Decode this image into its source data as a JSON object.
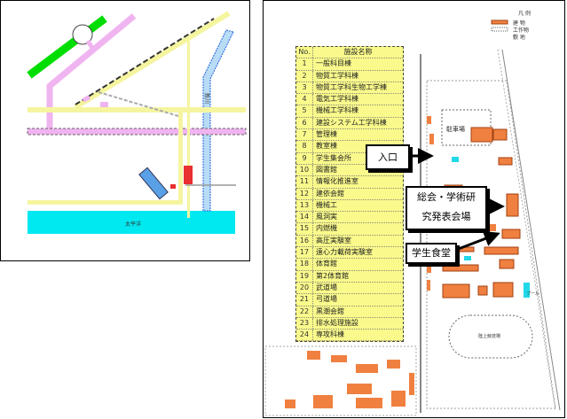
{
  "left_map": {
    "sea_label": "太平洋",
    "river_label": "新川",
    "colors": {
      "green_road": "#00dd00",
      "pink_road": "#f0b4f0",
      "yellow_road": "#f5f5a0",
      "river": "#b8dcf5",
      "sea": "#00e8f0",
      "building_blue": "#5aa0e6",
      "building_red": "#e83030"
    }
  },
  "facility_table": {
    "header": {
      "no": "No.",
      "name": "施設名称"
    },
    "rows": [
      {
        "no": "1",
        "name": "一般科目棟"
      },
      {
        "no": "2",
        "name": "物質工学科棟"
      },
      {
        "no": "3",
        "name": "物質工学科生物工学棟"
      },
      {
        "no": "4",
        "name": "電気工学科棟"
      },
      {
        "no": "5",
        "name": "機械工学科棟"
      },
      {
        "no": "6",
        "name": "建設システム工学科棟"
      },
      {
        "no": "7",
        "name": "管理棟"
      },
      {
        "no": "8",
        "name": "教室棟"
      },
      {
        "no": "9",
        "name": "学生集会所"
      },
      {
        "no": "10",
        "name": "図書館"
      },
      {
        "no": "11",
        "name": "情報化推進室"
      },
      {
        "no": "12",
        "name": "建依会館"
      },
      {
        "no": "13",
        "name": "機械工"
      },
      {
        "no": "14",
        "name": "風洞実"
      },
      {
        "no": "15",
        "name": "内燃機"
      },
      {
        "no": "16",
        "name": "高圧実験室"
      },
      {
        "no": "17",
        "name": "遠心力載荷実験室"
      },
      {
        "no": "18",
        "name": "体育館"
      },
      {
        "no": "19",
        "name": "第2体育館"
      },
      {
        "no": "20",
        "name": "武道場"
      },
      {
        "no": "21",
        "name": "弓道場"
      },
      {
        "no": "22",
        "name": "黒潮会館"
      },
      {
        "no": "23",
        "name": "排水処理施設"
      },
      {
        "no": "24",
        "name": "専攻科棟"
      }
    ]
  },
  "campus_map": {
    "legend": {
      "title": "凡 例",
      "items": [
        "建 物",
        "工作物",
        "敷 地"
      ]
    },
    "parking_label": "駐車場",
    "track_label": "陸上競技場",
    "pool_label": "プール",
    "colors": {
      "building": "#f08040",
      "pool": "#20d8e8"
    }
  },
  "callouts": {
    "entrance": "入口",
    "conference_line1": "総会・学術研",
    "conference_line2": "究発表会場",
    "cafeteria": "学生食堂"
  }
}
